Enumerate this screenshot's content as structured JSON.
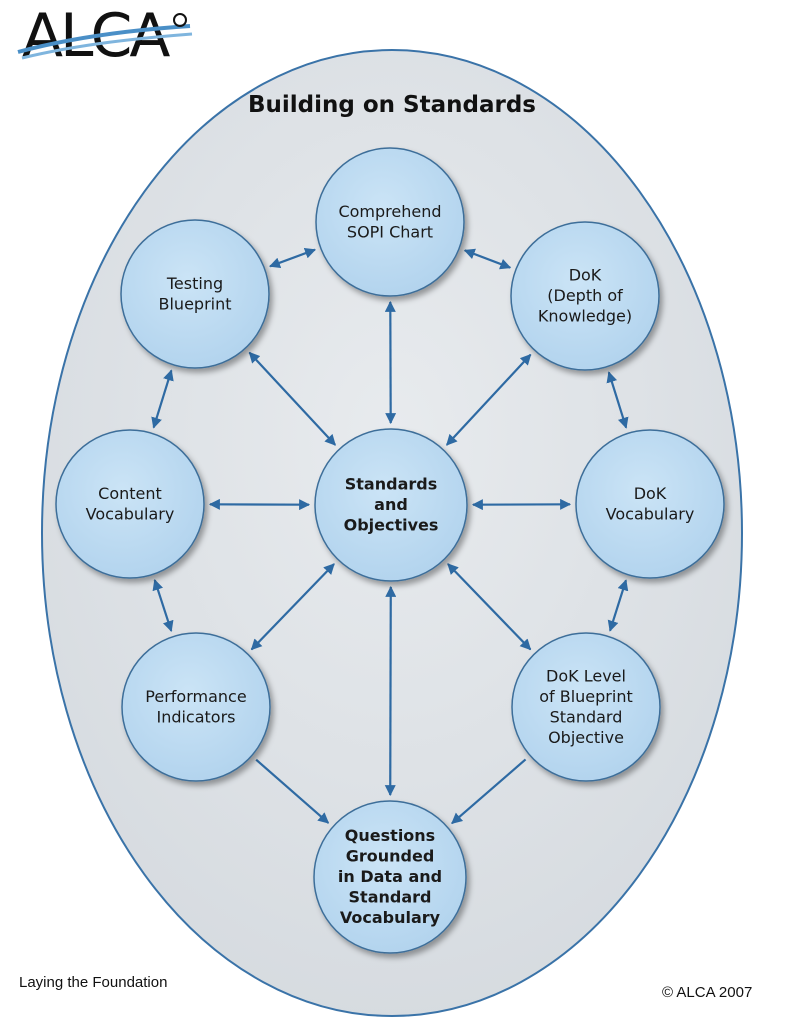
{
  "logo": {
    "text": "ALCA"
  },
  "title": "Building on Standards",
  "colors": {
    "ellipse_fill": "#dfe3e7",
    "ellipse_stroke": "#3a73a8",
    "node_fill": "#bfdcf2",
    "node_stroke": "#3d6e99",
    "arrow": "#2e6aa3"
  },
  "nodes": [
    {
      "id": "comprehend",
      "lines": [
        "Comprehend",
        "SOPI Chart"
      ],
      "bold": false
    },
    {
      "id": "testing",
      "lines": [
        "Testing",
        "Blueprint"
      ],
      "bold": false
    },
    {
      "id": "dok",
      "lines": [
        "DoK",
        "(Depth of",
        "Knowledge)"
      ],
      "bold": false
    },
    {
      "id": "content",
      "lines": [
        "Content",
        "Vocabulary"
      ],
      "bold": false
    },
    {
      "id": "center",
      "lines": [
        "Standards",
        "and",
        "Objectives"
      ],
      "bold": true
    },
    {
      "id": "dokvocab",
      "lines": [
        "DoK",
        "Vocabulary"
      ],
      "bold": false
    },
    {
      "id": "performance",
      "lines": [
        "Performance",
        "Indicators"
      ],
      "bold": false
    },
    {
      "id": "doklevel",
      "lines": [
        "DoK Level",
        "of Blueprint",
        "Standard",
        "Objective"
      ],
      "bold": false
    },
    {
      "id": "questions",
      "lines": [
        "Questions",
        "Grounded",
        "in Data and",
        "Standard",
        "Vocabulary"
      ],
      "bold": true
    }
  ],
  "edges": [
    {
      "from": "testing",
      "to": "comprehend",
      "dir": "both"
    },
    {
      "from": "comprehend",
      "to": "dok",
      "dir": "both"
    },
    {
      "from": "testing",
      "to": "content",
      "dir": "both"
    },
    {
      "from": "dok",
      "to": "dokvocab",
      "dir": "both"
    },
    {
      "from": "content",
      "to": "performance",
      "dir": "both"
    },
    {
      "from": "dokvocab",
      "to": "doklevel",
      "dir": "both"
    },
    {
      "from": "center",
      "to": "comprehend",
      "dir": "both"
    },
    {
      "from": "center",
      "to": "testing",
      "dir": "both"
    },
    {
      "from": "center",
      "to": "dok",
      "dir": "both"
    },
    {
      "from": "center",
      "to": "content",
      "dir": "both"
    },
    {
      "from": "center",
      "to": "dokvocab",
      "dir": "both"
    },
    {
      "from": "center",
      "to": "performance",
      "dir": "both"
    },
    {
      "from": "center",
      "to": "doklevel",
      "dir": "both"
    },
    {
      "from": "center",
      "to": "questions",
      "dir": "both"
    },
    {
      "from": "performance",
      "to": "questions",
      "dir": "forward"
    },
    {
      "from": "doklevel",
      "to": "questions",
      "dir": "forward"
    }
  ],
  "footer": {
    "left": "Laying the Foundation",
    "right": "© ALCA 2007"
  }
}
